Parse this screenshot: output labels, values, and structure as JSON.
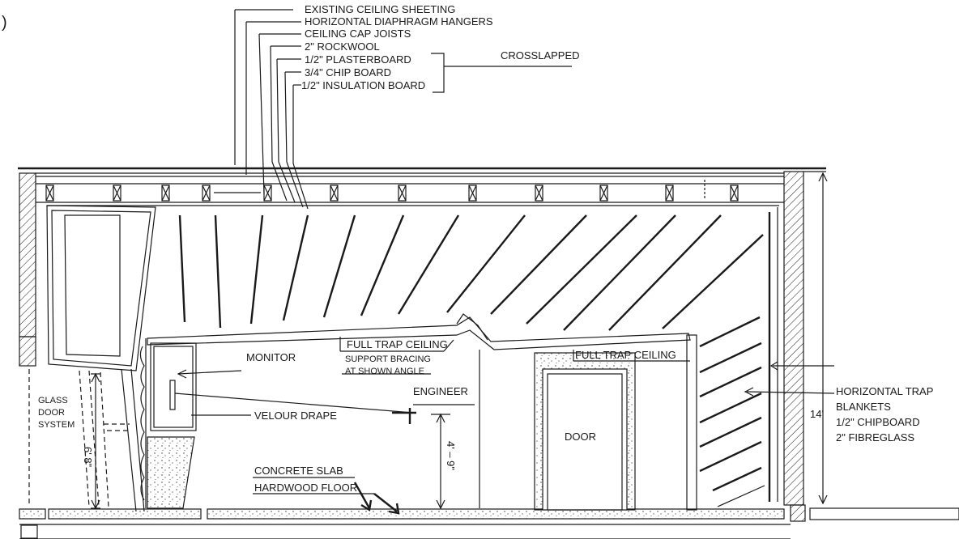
{
  "corner_mark": ")",
  "labels": {
    "existing_ceiling_sheeting": "EXISTING CEILING SHEETING",
    "horizontal_diaphragm_hangers": "HORIZONTAL DIAPHRAGM HANGERS",
    "ceiling_cap_joists": "CEILING CAP JOISTS",
    "rockwool": "2\" ROCKWOOL",
    "plasterboard": "1/2\" PLASTERBOARD",
    "chip_board": "3/4\" CHIP BOARD",
    "insulation_board": "1/2\" INSULATION BOARD",
    "crosslapped": "CROSSLAPPED",
    "full_trap_ceiling_1": "FULL TRAP CEILING",
    "support_bracing_1": "SUPPORT BRACING",
    "support_bracing_2": "AT SHOWN ANGLE",
    "full_trap_ceiling_2": "FULL TRAP CEILING",
    "monitor": "MONITOR",
    "engineer": "ENGINEER",
    "velour_drape": "VELOUR DRAPE",
    "door": "DOOR",
    "concrete_slab": "CONCRETE SLAB",
    "hardwood_floor": "HARDWOOD FLOOR",
    "glass_1": "GLASS",
    "glass_2": "DOOR",
    "glass_3": "SYSTEM",
    "horizontal_trap_1": "HORIZONTAL TRAP",
    "horizontal_trap_2": "BLANKETS",
    "horizontal_trap_3": "1/2\" CHIPBOARD",
    "horizontal_trap_4": "2\" FIBREGLASS",
    "dim_height": "14'",
    "dim_ear": "4' – 9\"",
    "dim_glass": "6' 8\""
  },
  "colors": {
    "ink": "#1a1a1a",
    "paper": "#ffffff"
  }
}
